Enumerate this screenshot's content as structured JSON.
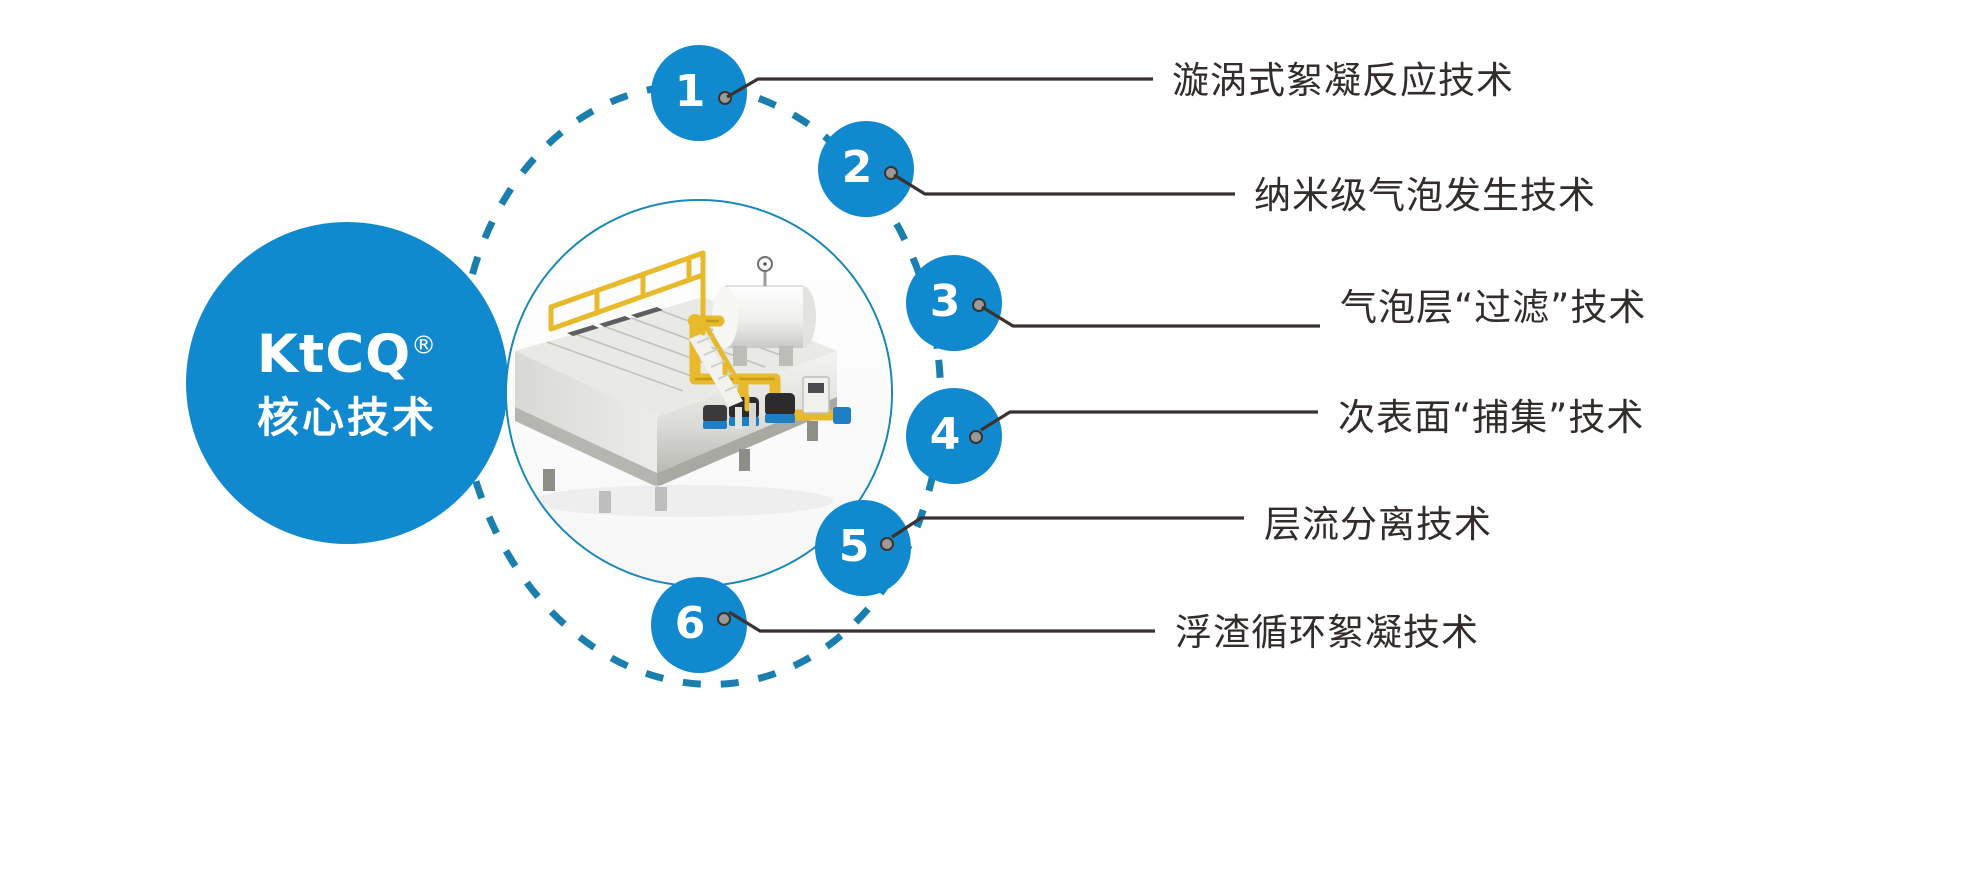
{
  "theme": {
    "accent": "#1089CF",
    "ring_stroke": "#1787b8",
    "dashed_arc": "#1a7fae",
    "leader_line": "#3a3230",
    "dot_fill": "#9a9a9a",
    "text": "#322c2a",
    "background": "#ffffff"
  },
  "brand": {
    "name": "KtCQ",
    "registered_mark": "®",
    "subtitle": "核心技术"
  },
  "photo": {
    "alt": "溶气气浮机设备照片",
    "icon": "daf-machine-photo"
  },
  "items": [
    {
      "number": "1",
      "label": "漩涡式絮凝反应技术"
    },
    {
      "number": "2",
      "label": "纳米级气泡发生技术"
    },
    {
      "number": "3",
      "label": "气泡层“过滤”技术"
    },
    {
      "number": "4",
      "label": "次表面“捕集”技术"
    },
    {
      "number": "5",
      "label": "层流分离技术"
    },
    {
      "number": "6",
      "label": "浮渣循环絮凝技术"
    }
  ]
}
